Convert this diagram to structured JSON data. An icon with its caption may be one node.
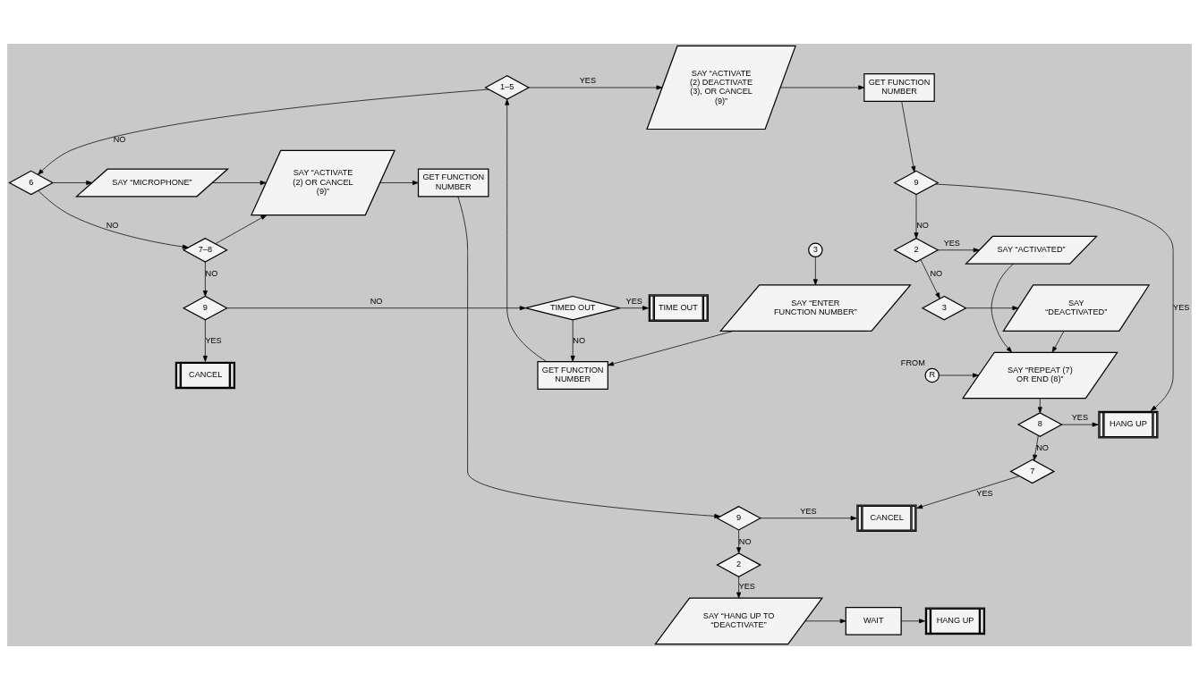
{
  "diagram": {
    "nodes": [
      {
        "text": [
          "3"
        ]
      },
      {
        "text": [
          "SAY “ENTER FUNCTION NUMBER”"
        ]
      },
      {
        "text": [
          "GET FUNCTION NUMBER"
        ]
      },
      {
        "text": [
          "1–5"
        ]
      },
      {
        "text": [
          "SAY “ACTIVATE (2) DEACTIVATE (3), OR CANCEL (9)”"
        ]
      },
      {
        "text": [
          "GET FUNCTION NUMBER"
        ]
      },
      {
        "text": [
          "9"
        ]
      },
      {
        "text": [
          "2"
        ]
      },
      {
        "text": [
          "3"
        ]
      },
      {
        "text": [
          "SAY “DEACTIVATED”"
        ]
      },
      {
        "text": [
          "SAY “ACTIVATED”"
        ]
      },
      {
        "text": [
          "R"
        ],
        "beside": [
          "FROM"
        ]
      },
      {
        "text": [
          "SAY “REPEAT (7) OR END (8)”"
        ]
      },
      {
        "text": [
          "HANG UP"
        ]
      },
      {
        "text": [
          "8"
        ]
      },
      {
        "text": [
          "6"
        ]
      },
      {
        "text": [
          "SAY “MICROPHONE”"
        ]
      },
      {
        "text": [
          "SAY “ACTIVATE (2) OR CANCEL (9)”"
        ]
      },
      {
        "text": [
          "GET FUNCTION NUMBER"
        ]
      },
      {
        "text": [
          "7–8"
        ]
      },
      {
        "text": [
          "7"
        ]
      },
      {
        "text": [
          "9"
        ]
      },
      {
        "text": [
          "CANCEL"
        ]
      },
      {
        "text": [
          "2"
        ]
      },
      {
        "text": [
          "9"
        ]
      },
      {
        "text": [
          "TIMED OUT"
        ]
      },
      {
        "text": [
          "TIME OUT"
        ]
      },
      {
        "text": [
          "CANCEL"
        ]
      },
      {
        "text": [
          "SAY “HANG UP TO “DEACTIVATE”"
        ]
      },
      {
        "text": [
          "WAIT"
        ]
      },
      {
        "text": [
          "HANG UP"
        ]
      }
    ],
    "edges": [
      {
        "from": 0,
        "to": 1,
        "arrow": "to"
      },
      {
        "from": 1,
        "to": 2,
        "arrow": "to"
      },
      {
        "from": 2,
        "to": 3,
        "arrow": "to"
      },
      {
        "from": 3,
        "to": 4,
        "arrow": "to",
        "label": "YES"
      },
      {
        "from": 4,
        "to": 5,
        "arrow": "to"
      },
      {
        "from": 5,
        "to": 6,
        "arrow": "to"
      },
      {
        "from": 6,
        "to": 13,
        "arrow": "to",
        "label": "YES"
      },
      {
        "from": 6,
        "to": 7,
        "arrow": "to",
        "label": "NO"
      },
      {
        "from": 7,
        "to": 10,
        "arrow": "to",
        "label": "YES"
      },
      {
        "from": 7,
        "to": 8,
        "arrow": "to",
        "label": "NO"
      },
      {
        "from": 8,
        "to": 9,
        "arrow": "to"
      },
      {
        "from": 9,
        "to": 12,
        "arrow": "to"
      },
      {
        "from": 10,
        "to": 12,
        "arrow": "to"
      },
      {
        "from": 11,
        "to": 12,
        "arrow": "to"
      },
      {
        "from": 12,
        "to": 14,
        "arrow": "to"
      },
      {
        "from": 14,
        "to": 13,
        "arrow": "to",
        "label": "YES"
      },
      {
        "from": 14,
        "to": 20,
        "arrow": "to",
        "label": "NO"
      },
      {
        "from": 20,
        "to": 22,
        "arrow": "to",
        "label": "YES"
      },
      {
        "from": 3,
        "to": 15,
        "arrow": "to",
        "label": "NO"
      },
      {
        "from": 15,
        "to": 16,
        "arrow": "to"
      },
      {
        "from": 16,
        "to": 17,
        "arrow": "to"
      },
      {
        "from": 15,
        "to": 19,
        "arrow": "to",
        "label": "NO"
      },
      {
        "from": 19,
        "to": 17,
        "arrow": "to"
      },
      {
        "from": 17,
        "to": 18,
        "arrow": "to"
      },
      {
        "from": 18,
        "to": 21,
        "arrow": "to"
      },
      {
        "from": 21,
        "to": 22,
        "arrow": "to",
        "label": "YES"
      },
      {
        "from": 21,
        "to": 23,
        "arrow": "to",
        "label": "NO"
      },
      {
        "from": 23,
        "to": 28,
        "arrow": "to",
        "label": "YES"
      },
      {
        "from": 28,
        "to": 29,
        "arrow": "to"
      },
      {
        "from": 29,
        "to": 30,
        "arrow": "to"
      },
      {
        "from": 19,
        "to": 24,
        "arrow": "to",
        "label": "NO"
      },
      {
        "from": 24,
        "to": 25,
        "arrow": "to",
        "label": "NO"
      },
      {
        "from": 24,
        "to": 27,
        "arrow": "to",
        "label": "YES"
      },
      {
        "from": 25,
        "to": 26,
        "arrow": "to",
        "label": "YES"
      },
      {
        "from": 25,
        "to": 2,
        "arrow": "to",
        "label": "NO"
      }
    ]
  }
}
